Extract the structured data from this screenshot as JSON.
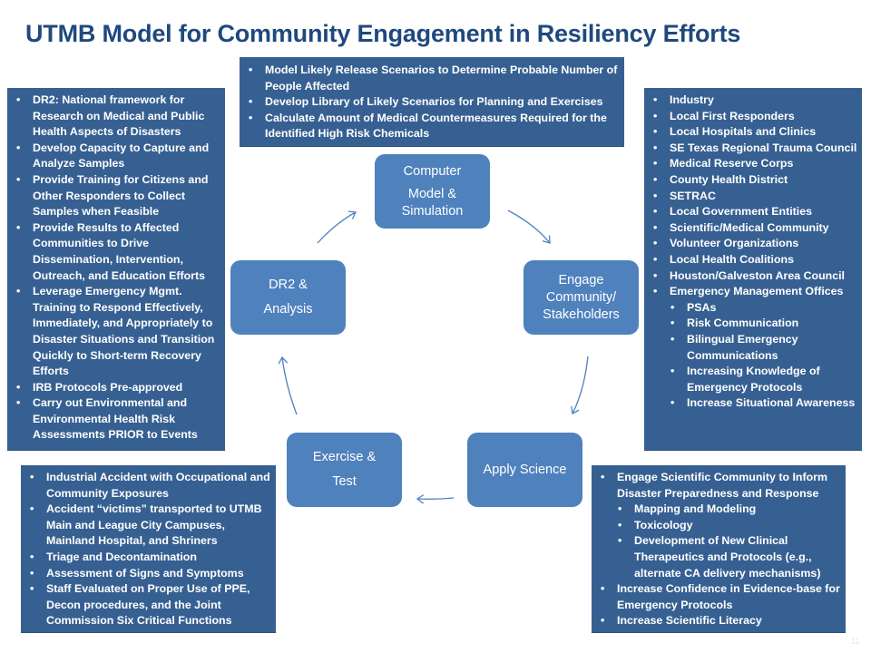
{
  "title": "UTMB Model for Community Engagement in Resiliency Efforts",
  "colors": {
    "title": "#1f497d",
    "infobox_bg": "#376092",
    "node_bg": "#4f81bd",
    "arrow": "#4f81bd",
    "text_light": "#ffffff"
  },
  "nodes": {
    "computer": {
      "line1": "Computer",
      "line2": "Model &",
      "line3": "Simulation"
    },
    "engage": {
      "line1": "Engage",
      "line2": "Community/",
      "line3": "Stakeholders"
    },
    "apply": {
      "line1": "Apply Science"
    },
    "exercise": {
      "line1": "Exercise  &",
      "line2": "Test"
    },
    "dr2": {
      "line1": "DR2  &",
      "line2": "Analysis"
    }
  },
  "boxes": {
    "top": {
      "items": [
        "Model Likely Release Scenarios to Determine Probable Number of People Affected",
        "Develop Library of Likely Scenarios for Planning and  Exercises",
        "Calculate Amount of Medical Countermeasures Required for the Identified High Risk Chemicals"
      ]
    },
    "left": {
      "items": [
        "DR2:  National framework for Research on Medical and Public Health Aspects of Disasters",
        "Develop Capacity to Capture and Analyze Samples",
        "Provide Training for Citizens and Other Responders to Collect Samples when Feasible",
        "Provide Results to  Affected Communities to Drive Dissemination, Intervention, Outreach, and Education Efforts",
        "Leverage Emergency Mgmt. Training to Respond Effectively, Immediately, and Appropriately to Disaster Situations and Transition Quickly to  Short-term Recovery Efforts",
        "IRB  Protocols Pre-approved",
        "Carry out Environmental and Environmental Health Risk Assessments PRIOR to Events"
      ]
    },
    "right": {
      "items": [
        "Industry",
        "Local First Responders",
        "Local Hospitals and Clinics",
        "SE Texas Regional Trauma Council",
        "Medical Reserve Corps",
        "County Health District",
        "SETRAC",
        "Local Government Entities",
        "Scientific/Medical Community",
        "Volunteer Organizations",
        "Local Health Coalitions",
        "Houston/Galveston Area Council",
        "Emergency Management Offices"
      ],
      "subitems": [
        "PSAs",
        "Risk Communication",
        "Bilingual Emergency Communications",
        "Increasing Knowledge of Emergency Protocols",
        "Increase Situational Awareness"
      ]
    },
    "bottom_left": {
      "items": [
        "Industrial Accident with Occupational and Community Exposures",
        "Accident “victims” transported to UTMB Main and League City Campuses, Mainland Hospital, and Shriners",
        "Triage and Decontamination",
        "Assessment of Signs and Symptoms",
        "Staff Evaluated on Proper Use of PPE, Decon procedures,  and the Joint Commission Six Critical Functions"
      ]
    },
    "bottom_right": {
      "items": [
        "Engage Scientific Community to Inform Disaster Preparedness and Response",
        "Increase Confidence in Evidence-base for Emergency Protocols",
        "Increase Scientific Literacy"
      ],
      "subitems": [
        "Mapping and Modeling",
        "Toxicology",
        "Development of New Clinical Therapeutics and Protocols (e.g., alternate CA delivery mechanisms)"
      ]
    }
  },
  "slide_number": "11"
}
